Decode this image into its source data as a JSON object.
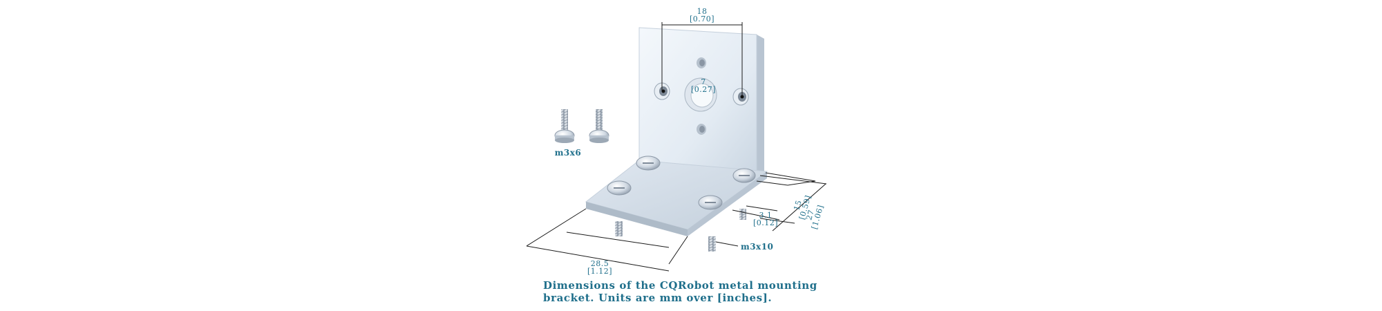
{
  "dimensions": {
    "hole_spacing_mm": "18",
    "hole_spacing_in": "[0.70]",
    "center_hole_mm": "7",
    "center_hole_in": "[0.27]",
    "base_hole_spacing_mm": "15",
    "base_hole_spacing_in": "[0.59]",
    "base_depth_mm": "27",
    "base_depth_in": "[1.06]",
    "plate_thickness_mm": "3.1",
    "plate_thickness_in": "[0.12]",
    "base_width_mm": "28.5",
    "base_width_in": "[1.12]"
  },
  "labels": {
    "short_screw": "m3x6",
    "long_screw": "m3x10"
  },
  "caption": {
    "line1": "Dimensions of the CQRobot metal mounting",
    "line2": "bracket. Units are mm over [inches]."
  },
  "colors": {
    "annotation": "#1f6f8b",
    "metal_light": "#eef3f8",
    "metal_mid": "#d3dde8",
    "metal_dark": "#a9b6c4"
  }
}
